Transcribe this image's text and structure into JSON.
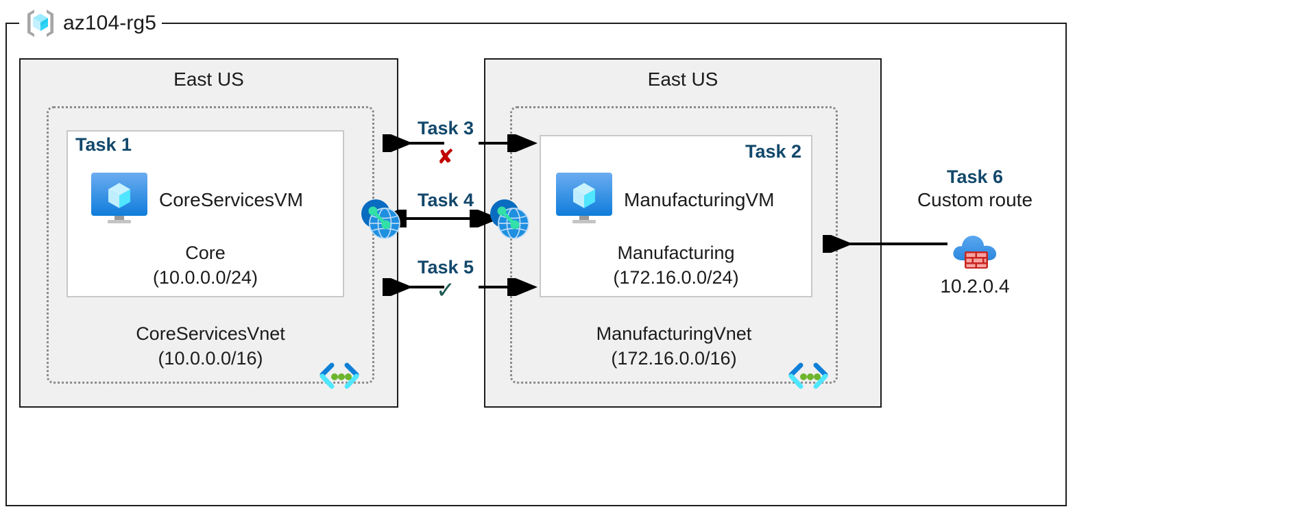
{
  "resource_group": {
    "name": "az104-rg5",
    "icon": "resource-group-cube-icon"
  },
  "regions": [
    {
      "id": "left",
      "label": "East US"
    },
    {
      "id": "right",
      "label": "East US"
    }
  ],
  "vnets": [
    {
      "id": "left",
      "task_tag": "Task 1",
      "vm_name": "CoreServicesVM",
      "vm_icon": "virtual-machine-icon",
      "subnet_name": "Core",
      "subnet_cidr": "(10.0.0.0/24)",
      "vnet_name": "CoreServicesVnet",
      "vnet_cidr": "(10.0.0.0/16)",
      "subnet_icon": "subnet-code-brackets-icon"
    },
    {
      "id": "right",
      "task_tag": "Task 2",
      "vm_name": "ManufacturingVM",
      "vm_icon": "virtual-machine-icon",
      "subnet_name": "Manufacturing",
      "subnet_cidr": "(172.16.0.0/24)",
      "vnet_name": "ManufacturingVnet",
      "vnet_cidr": "(172.16.0.0/16)",
      "subnet_icon": "subnet-code-brackets-icon"
    }
  ],
  "middle_tasks": [
    {
      "id": "task3",
      "label": "Task 3",
      "mark": "✘",
      "mark_kind": "cross",
      "mark_color": "#c00000"
    },
    {
      "id": "task4",
      "label": "Task 4",
      "mark": "",
      "mark_kind": "none",
      "mark_color": ""
    },
    {
      "id": "task5",
      "label": "Task 5",
      "mark": "✓",
      "mark_kind": "checkmark",
      "mark_color": "#1f5b53"
    }
  ],
  "peering": {
    "left_icon": "vnet-peering-globe-icon",
    "right_icon": "vnet-peering-globe-icon"
  },
  "task6": {
    "tag": "Task 6",
    "subtitle": "Custom route",
    "ip": "10.2.0.4",
    "icon": "firewall-cloud-icon"
  },
  "colors": {
    "task_label": "#12486b",
    "region_fill": "#f0f0f0",
    "border": "#1b1b1b",
    "vnet_dotted": "#8a8a8a",
    "subnet_border": "#c8c8c8",
    "cross_red": "#c00000",
    "check_teal": "#1f5b53",
    "azure_blue": "#0078d4",
    "cyan": "#50e6ff",
    "firewall_red": "#e02a2a"
  }
}
